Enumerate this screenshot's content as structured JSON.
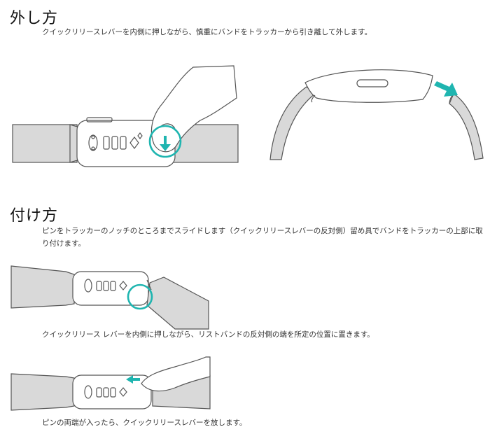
{
  "removal": {
    "title": "外し方",
    "text": "クイックリリースレバーを内側に押しながら、慎重にバンドをトラッカーから引き離して外します。"
  },
  "attach": {
    "title": "付け方",
    "step1_line1": "ピンをトラッカーのノッチのところまでスライドします（クイックリリースレバーの反対側）留め具でバンドをトラッカーの上部に取",
    "step1_line2": "り付けます。",
    "step2": "クイックリリース レバーを内側に押しながら、リストバンドの反対側の端を所定の位置に置きます。",
    "step3": "ピンの両端が入ったら、クイックリリースレバーを放します。"
  },
  "colors": {
    "accent": "#1fb5b0",
    "band": "#d9d9d9",
    "outline": "#555555"
  }
}
